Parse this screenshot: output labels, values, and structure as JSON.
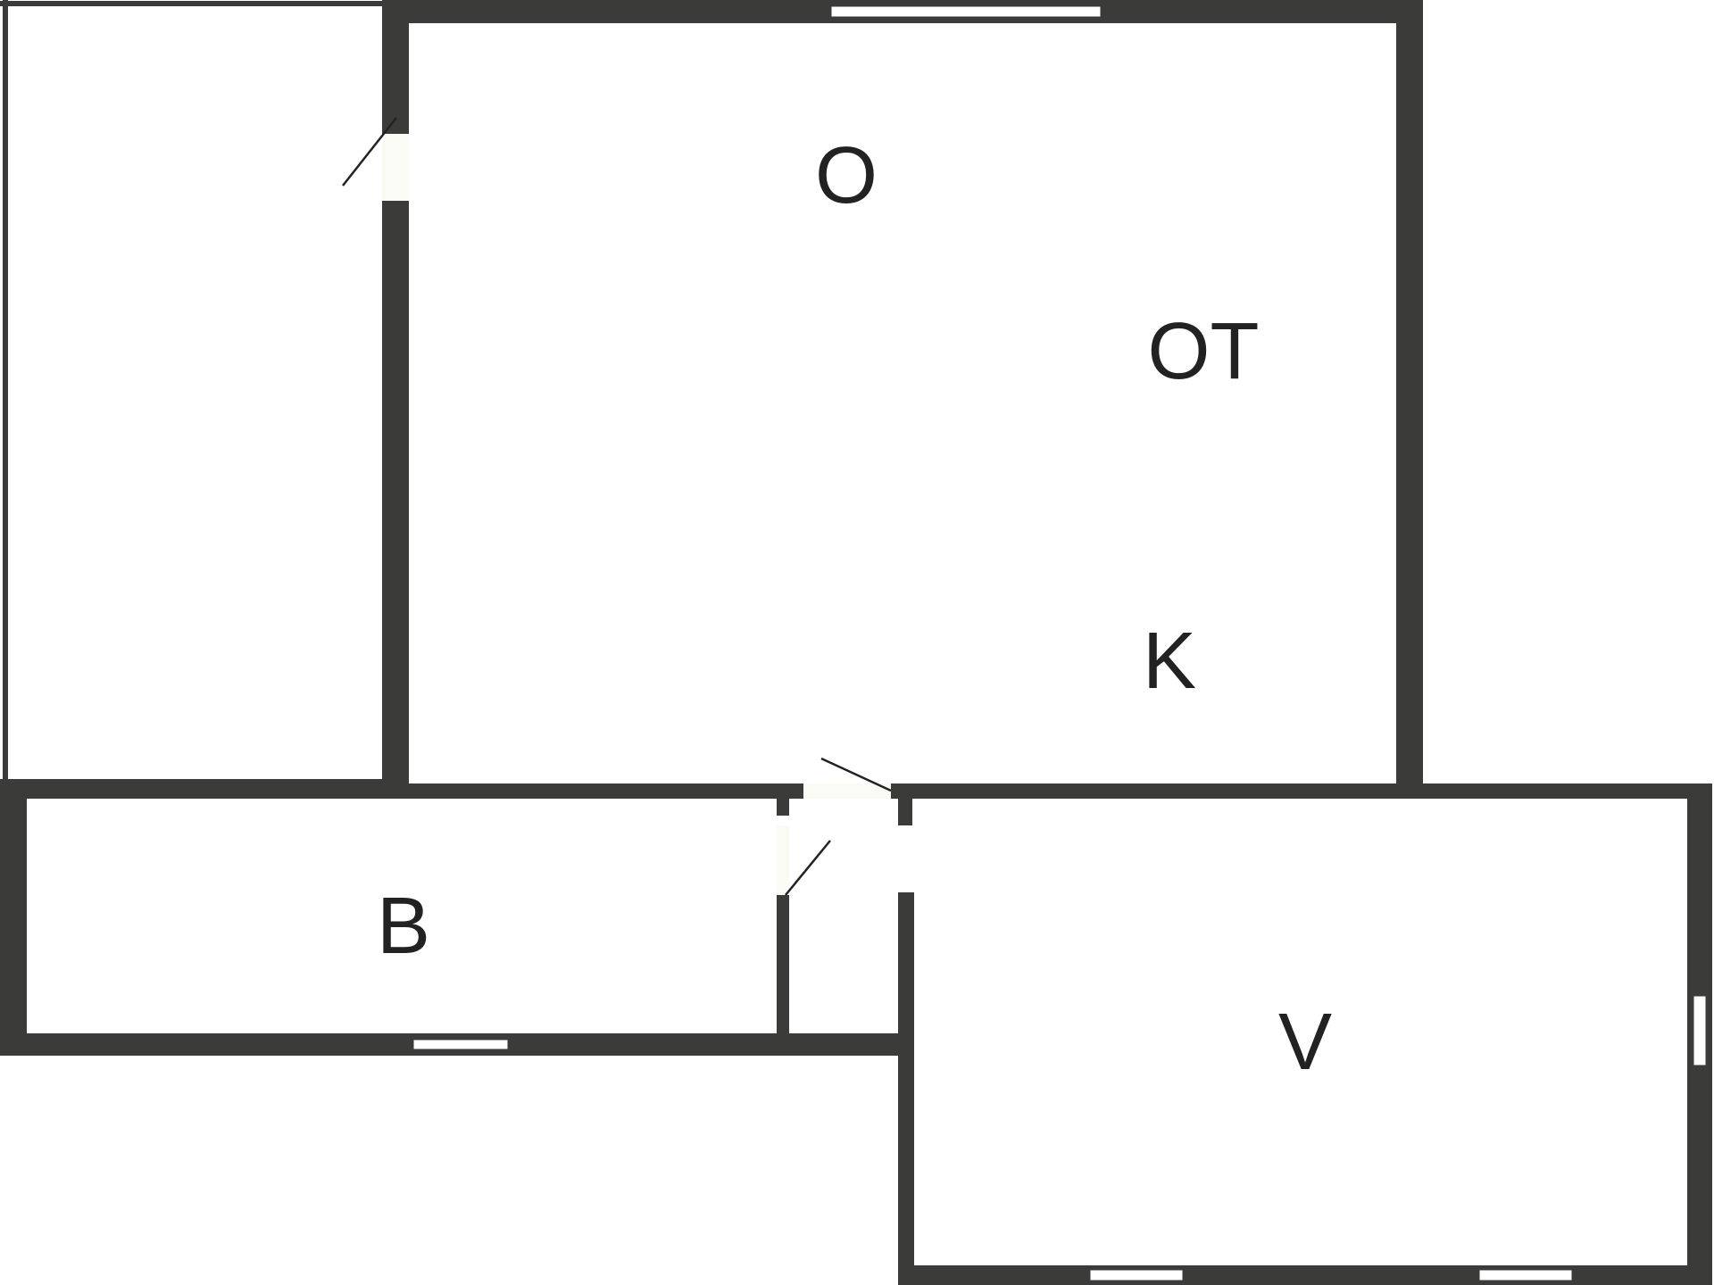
{
  "floor_plan": {
    "colors": {
      "wall": "#3b3b39",
      "background": "#ffffff",
      "label": "#222222"
    },
    "rooms": [
      {
        "id": "o",
        "label": "O"
      },
      {
        "id": "ot",
        "label": "OT"
      },
      {
        "id": "k",
        "label": "K"
      },
      {
        "id": "b",
        "label": "B"
      },
      {
        "id": "v",
        "label": "V"
      }
    ]
  }
}
